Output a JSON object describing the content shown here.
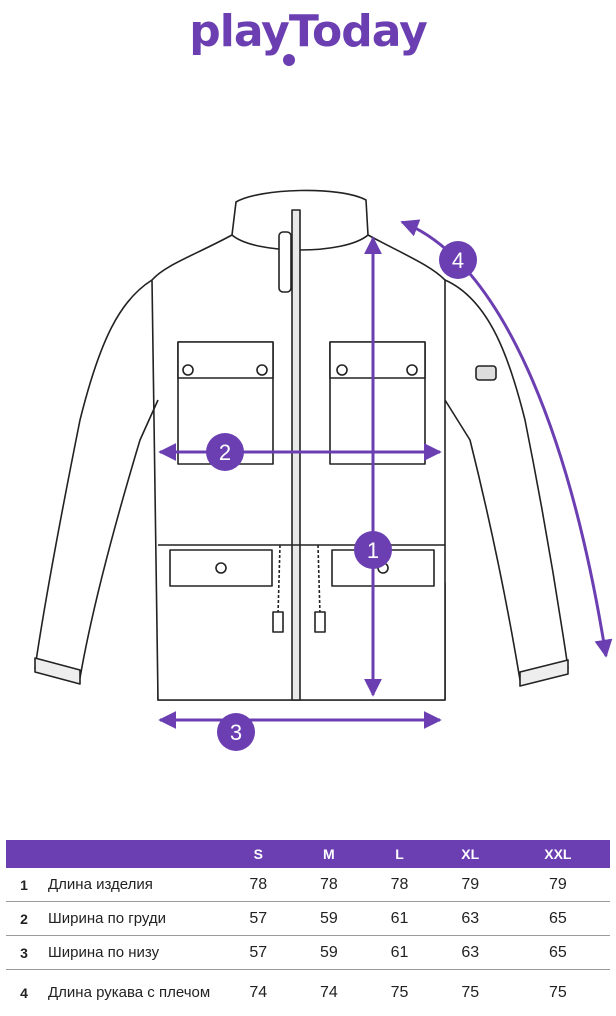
{
  "brand": {
    "logo_text": "playToday",
    "accent_color": "#6b3fb2"
  },
  "markers": [
    "1",
    "2",
    "3",
    "4"
  ],
  "table": {
    "headers": [
      "",
      "",
      "S",
      "M",
      "L",
      "XL",
      "XXL"
    ],
    "rows": [
      {
        "num": "1",
        "label": "Длина изделия",
        "values": [
          "78",
          "78",
          "78",
          "79",
          "79"
        ]
      },
      {
        "num": "2",
        "label": "Ширина по груди",
        "values": [
          "57",
          "59",
          "61",
          "63",
          "65"
        ]
      },
      {
        "num": "3",
        "label": "Ширина по низу",
        "values": [
          "57",
          "59",
          "61",
          "63",
          "65"
        ]
      },
      {
        "num": "4",
        "label": "Длина рукава с плечом",
        "values": [
          "74",
          "74",
          "75",
          "75",
          "75"
        ]
      }
    ]
  }
}
